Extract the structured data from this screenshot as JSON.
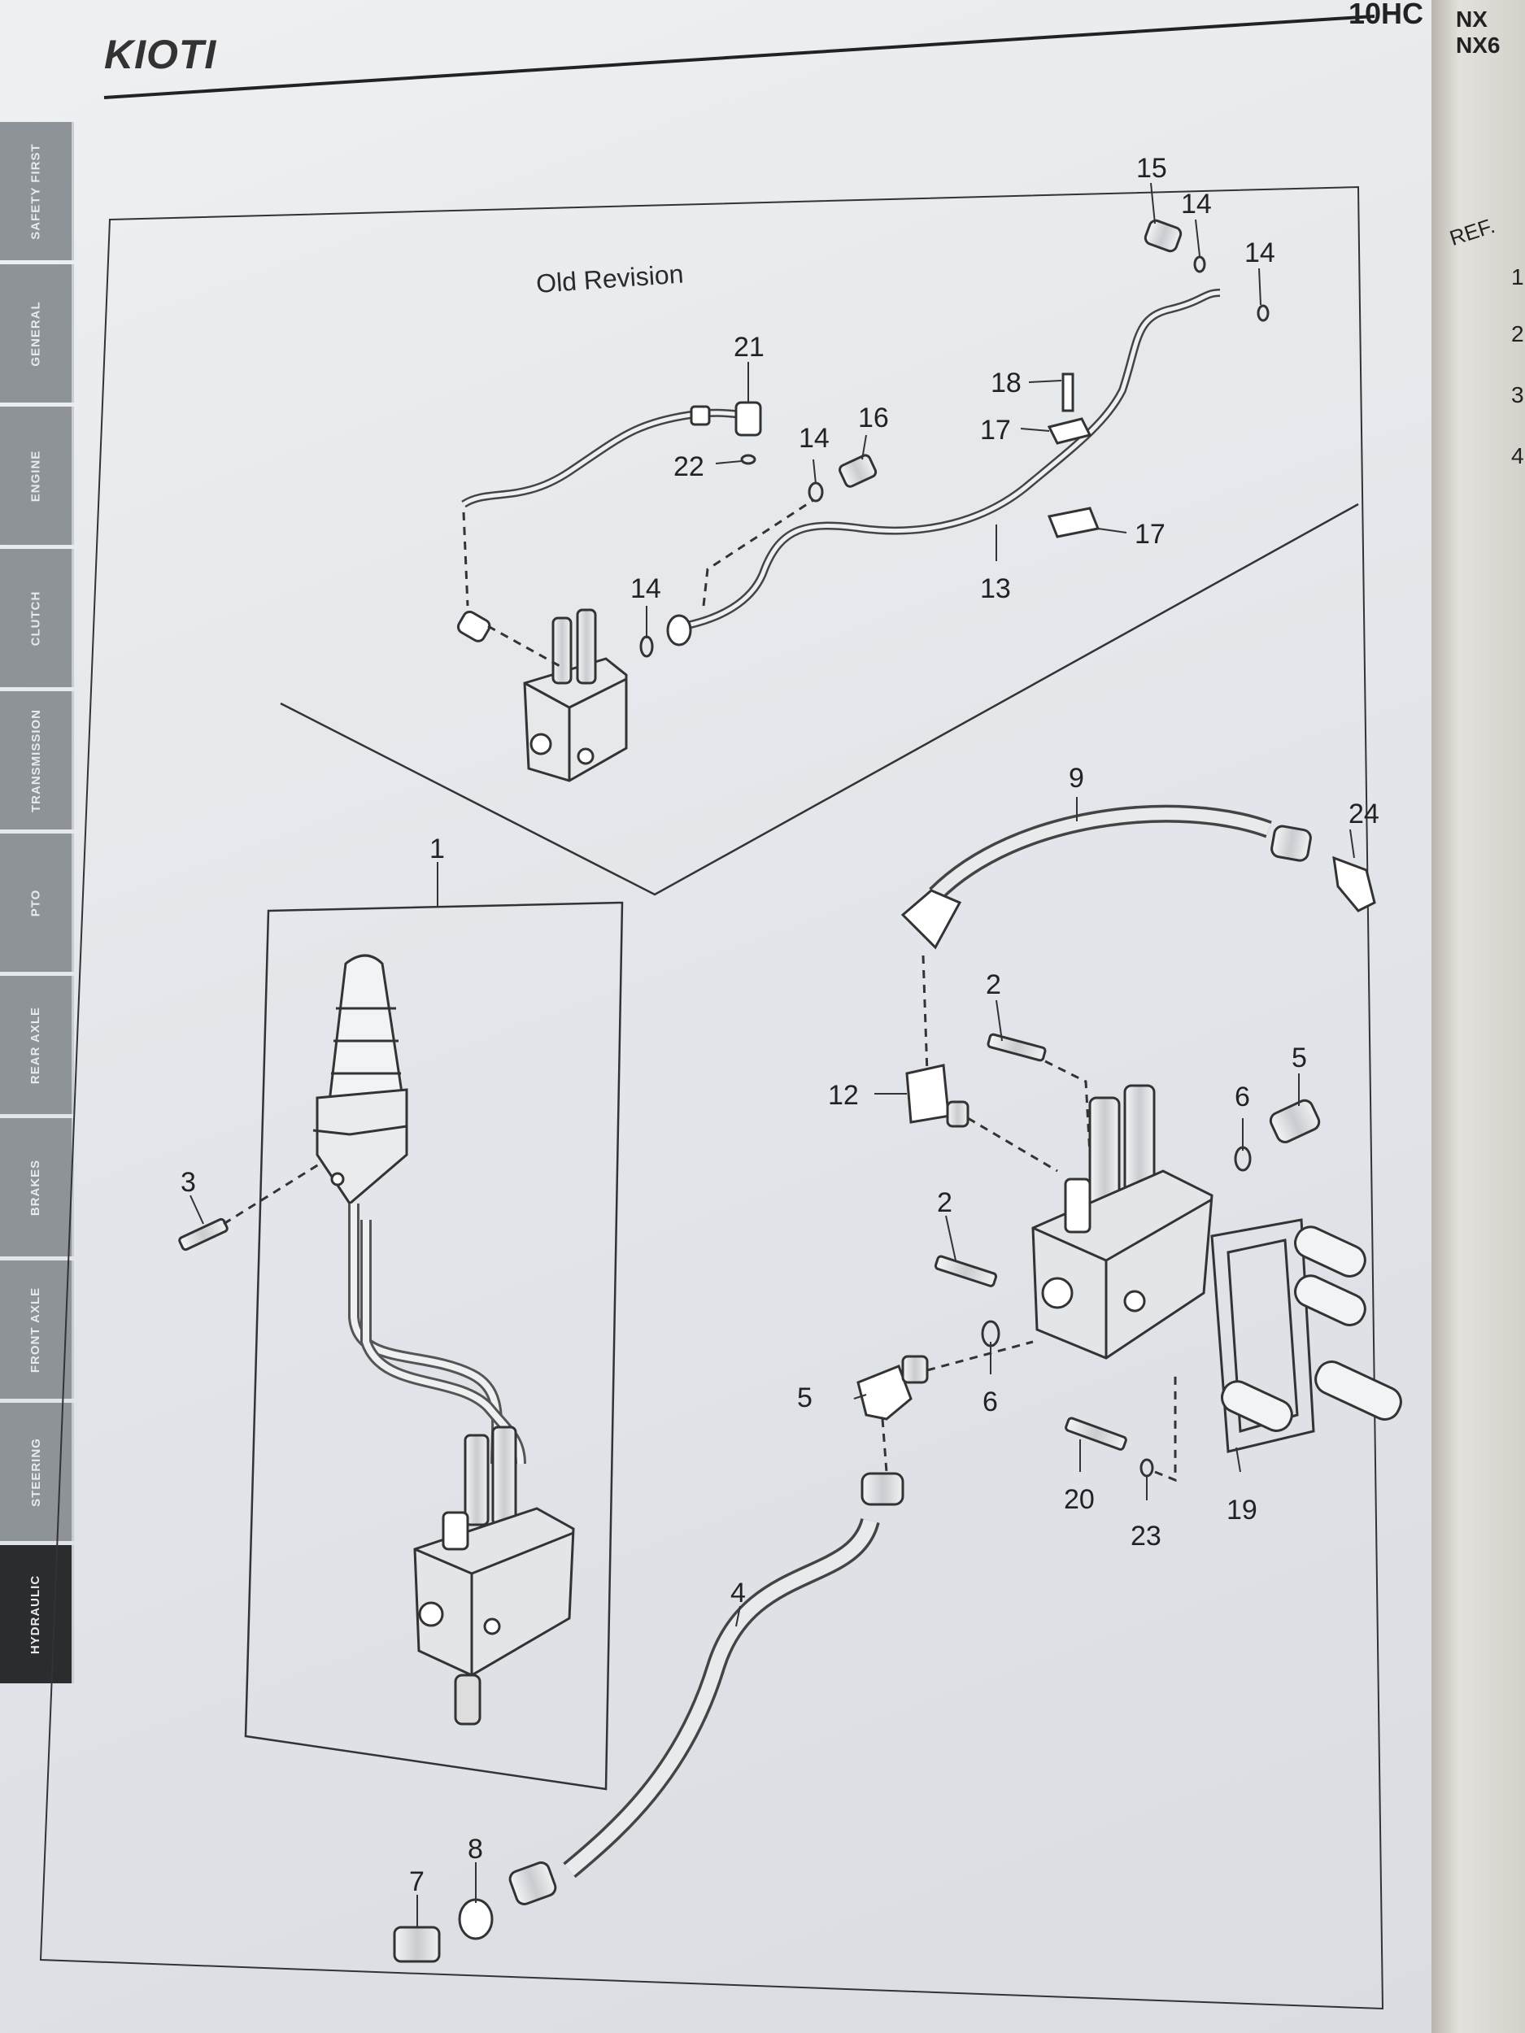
{
  "header": {
    "brand": "KIOTI",
    "model_fragment": "10HC"
  },
  "side_tabs": [
    {
      "label": "SAFETY FIRST",
      "active": false
    },
    {
      "label": "GENERAL",
      "active": false
    },
    {
      "label": "ENGINE",
      "active": false
    },
    {
      "label": "CLUTCH",
      "active": false
    },
    {
      "label": "TRANSMISSION",
      "active": false
    },
    {
      "label": "PTO",
      "active": false
    },
    {
      "label": "REAR AXLE",
      "active": false
    },
    {
      "label": "BRAKES",
      "active": false
    },
    {
      "label": "FRONT AXLE",
      "active": false
    },
    {
      "label": "STEERING",
      "active": false
    },
    {
      "label": "HYDRAULIC",
      "active": true
    }
  ],
  "next_page": {
    "model_lines": [
      "NX",
      "NX6"
    ],
    "ref_header": "REF.",
    "ref_numbers": [
      "1",
      "2",
      "3",
      "4"
    ]
  },
  "diagram": {
    "old_revision_label": "Old Revision",
    "callouts": {
      "c1": "1",
      "c2a": "2",
      "c2b": "2",
      "c3": "3",
      "c4": "4",
      "c5a": "5",
      "c5b": "5",
      "c6a": "6",
      "c6b": "6",
      "c7": "7",
      "c8": "8",
      "c9": "9",
      "c12": "12",
      "c13": "13",
      "c14a": "14",
      "c14b": "14",
      "c14c": "14",
      "c14d": "14",
      "c15": "15",
      "c16": "16",
      "c17a": "17",
      "c17b": "17",
      "c18": "18",
      "c19": "19",
      "c20": "20",
      "c21": "21",
      "c22": "22",
      "c23": "23",
      "c24": "24"
    }
  }
}
